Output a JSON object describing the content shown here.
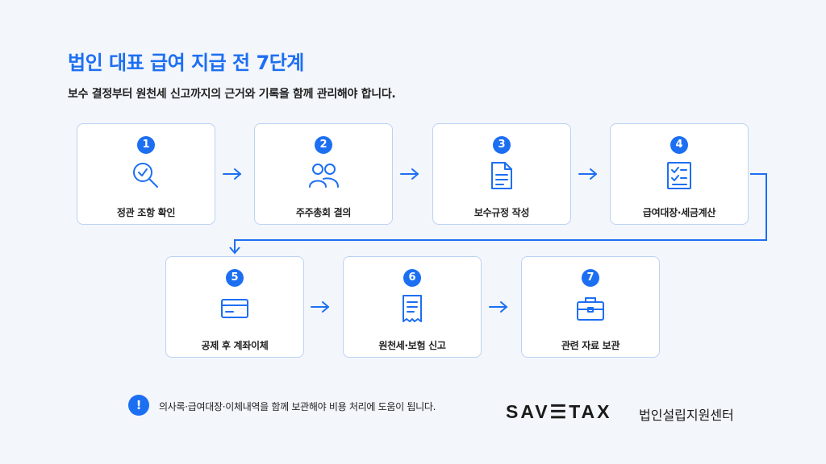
{
  "header": {
    "title": "법인 대표 급여 지급 전 7단계",
    "subtitle": "보수 결정부터 원천세 신고까지의 근거와 기록을 함께 관리해야 합니다."
  },
  "steps": [
    {
      "number": "1",
      "label": "정관 조항 확인",
      "icon": "search-check-icon"
    },
    {
      "number": "2",
      "label": "주주총회 결의",
      "icon": "people-icon"
    },
    {
      "number": "3",
      "label": "보수규정 작성",
      "icon": "document-icon"
    },
    {
      "number": "4",
      "label": "급여대장·세금계산",
      "icon": "checklist-icon"
    },
    {
      "number": "5",
      "label": "공제 후 계좌이체",
      "icon": "card-icon"
    },
    {
      "number": "6",
      "label": "원천세·보험 신고",
      "icon": "receipt-icon"
    },
    {
      "number": "7",
      "label": "관련 자료 보관",
      "icon": "briefcase-icon"
    }
  ],
  "note": {
    "icon": "!",
    "text": "의사록·급여대장·이체내역을 함께 보관해야 비용 처리에 도움이 됩니다."
  },
  "brand": {
    "name": "SAV☰TAX",
    "subtitle": "법인설립지원센터"
  },
  "colors": {
    "accent": "#1d6ff2",
    "card_border": "#bcd2f3",
    "background": "#f3f6fb"
  }
}
